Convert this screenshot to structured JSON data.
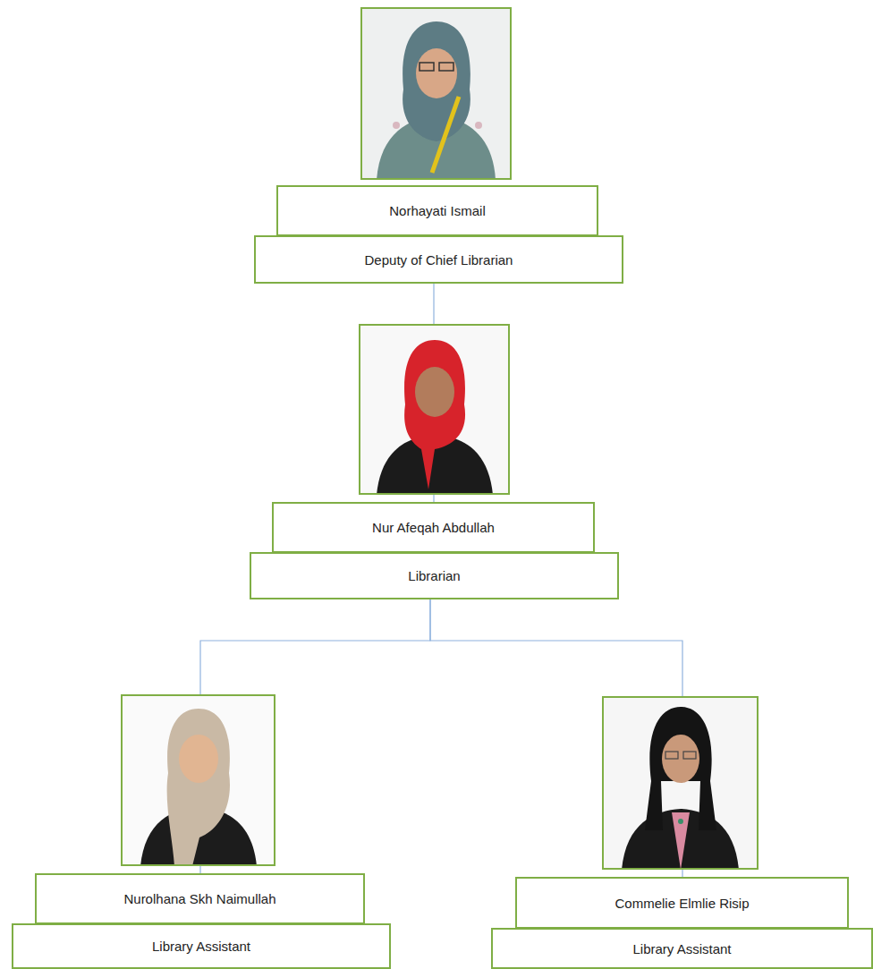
{
  "diagram": {
    "nodes": [
      {
        "text": [
          "Norhayati Ismail"
        ]
      },
      {
        "text": [
          "Deputy of Chief Librarian"
        ]
      },
      {
        "text": [
          "Nur Afeqah Abdullah"
        ]
      },
      {
        "text": [
          "Librarian"
        ]
      },
      {
        "text": [
          "Nurolhana Skh Naimullah"
        ]
      },
      {
        "text": [
          "Library Assistant"
        ]
      },
      {
        "text": [
          "Commelie Elmlie Risip"
        ]
      },
      {
        "text": [
          "Library Assistant"
        ]
      }
    ],
    "edges": [
      {
        "from": 1,
        "to": 2,
        "arrow": "none"
      },
      {
        "from": 3,
        "to": 4,
        "arrow": "none"
      },
      {
        "from": 3,
        "to": 6,
        "arrow": "none"
      }
    ]
  }
}
